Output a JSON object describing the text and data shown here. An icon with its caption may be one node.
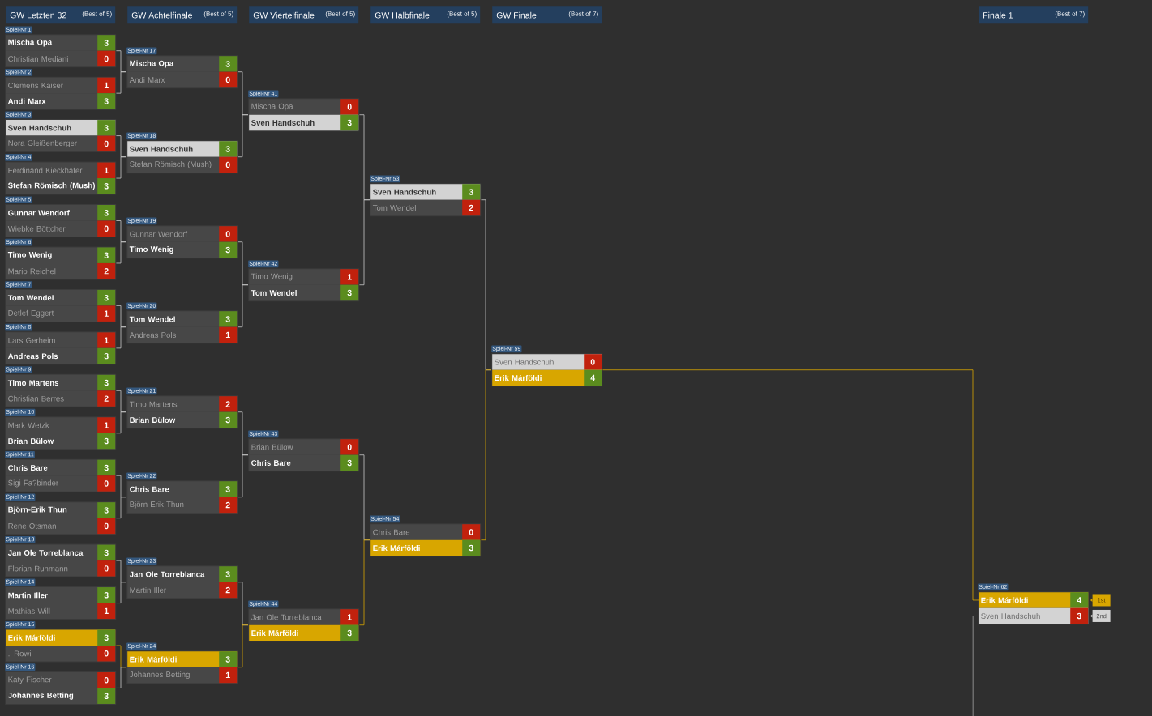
{
  "diagram": {
    "nodes": [
      {
        "text": [
          "GW Letzten 32",
          "(Best of 5)"
        ]
      },
      {
        "text": [
          "GW Achtelfinale",
          "(Best of 5)"
        ]
      },
      {
        "text": [
          "GW Viertelfinale",
          "(Best of 5)"
        ]
      },
      {
        "text": [
          "GW Halbfinale",
          "(Best of 5)"
        ]
      },
      {
        "text": [
          "GW Finale",
          "(Best of 7)"
        ]
      },
      {
        "text": [
          "Finale 1",
          "(Best of 7)"
        ]
      },
      {
        "text": [
          "Spiel-Nr 1"
        ]
      },
      {
        "text": [
          "Mischa Opa",
          "3"
        ],
        "in": 6
      },
      {
        "text": [
          "Christian Mediani",
          "0"
        ],
        "in": 6
      },
      {
        "text": [
          "Spiel-Nr 2"
        ]
      },
      {
        "text": [
          "Clemens Kaiser",
          "1"
        ],
        "in": 9
      },
      {
        "text": [
          "Andi Marx",
          "3"
        ],
        "in": 9
      },
      {
        "text": [
          "Spiel-Nr 3"
        ]
      },
      {
        "text": [
          "Sven Handschuh",
          "3"
        ],
        "in": 12
      },
      {
        "text": [
          "Nora Gleißenberger",
          "0"
        ],
        "in": 12
      },
      {
        "text": [
          "Spiel-Nr 4"
        ]
      },
      {
        "text": [
          "Ferdinand Kieckhäfer",
          "1"
        ],
        "in": 15
      },
      {
        "text": [
          "Stefan Römisch (Mush)",
          "3"
        ],
        "in": 15
      },
      {
        "text": [
          "Spiel-Nr 5"
        ]
      },
      {
        "text": [
          "Gunnar Wendorf",
          "3"
        ],
        "in": 18
      },
      {
        "text": [
          "Wiebke Böttcher",
          "0"
        ],
        "in": 18
      },
      {
        "text": [
          "Spiel-Nr 6"
        ]
      },
      {
        "text": [
          "Timo Wenig",
          "3"
        ],
        "in": 21
      },
      {
        "text": [
          "Mario Reichel",
          "2"
        ],
        "in": 21
      },
      {
        "text": [
          "Spiel-Nr 7"
        ]
      },
      {
        "text": [
          "Tom Wendel",
          "3"
        ],
        "in": 24
      },
      {
        "text": [
          "Detlef Eggert",
          "1"
        ],
        "in": 24
      },
      {
        "text": [
          "Spiel-Nr 8"
        ]
      },
      {
        "text": [
          "Lars Gerheim",
          "1"
        ],
        "in": 27
      },
      {
        "text": [
          "Andreas Pols",
          "3"
        ],
        "in": 27
      },
      {
        "text": [
          "Spiel-Nr 9"
        ]
      },
      {
        "text": [
          "Timo Martens",
          "3"
        ],
        "in": 30
      },
      {
        "text": [
          "Christian Berres",
          "2"
        ],
        "in": 30
      },
      {
        "text": [
          "Spiel-Nr 10"
        ]
      },
      {
        "text": [
          "Mark Wetzk",
          "1"
        ],
        "in": 33
      },
      {
        "text": [
          "Brian Bülow",
          "3"
        ],
        "in": 33
      },
      {
        "text": [
          "Spiel-Nr 11"
        ]
      },
      {
        "text": [
          "Chris Bare",
          "3"
        ],
        "in": 36
      },
      {
        "text": [
          "Sigi Fa?binder",
          "0"
        ],
        "in": 36
      },
      {
        "text": [
          "Spiel-Nr 12"
        ]
      },
      {
        "text": [
          "Björn-Erik Thun",
          "3"
        ],
        "in": 39
      },
      {
        "text": [
          "Rene Otsman",
          "0"
        ],
        "in": 39
      },
      {
        "text": [
          "Spiel-Nr 13"
        ]
      },
      {
        "text": [
          "Jan Ole Torreblanca",
          "3"
        ],
        "in": 42
      },
      {
        "text": [
          "Florian Ruhmann",
          "0"
        ],
        "in": 42
      },
      {
        "text": [
          "Spiel-Nr 14"
        ]
      },
      {
        "text": [
          "Martin Iller",
          "3"
        ],
        "in": 45
      },
      {
        "text": [
          "Mathias Will",
          "1"
        ],
        "in": 45
      },
      {
        "text": [
          "Spiel-Nr 15"
        ]
      },
      {
        "text": [
          "Erik Márföldi",
          "3"
        ],
        "in": 48
      },
      {
        "text": [
          ". Rowi",
          "0"
        ],
        "in": 48
      },
      {
        "text": [
          "Spiel-Nr 16"
        ]
      },
      {
        "text": [
          "Katy Fischer",
          "0"
        ],
        "in": 51
      },
      {
        "text": [
          "Johannes Betting",
          "3"
        ],
        "in": 51
      },
      {
        "text": [
          "Spiel-Nr 17"
        ]
      },
      {
        "text": [
          "Mischa Opa",
          "3"
        ],
        "in": 54
      },
      {
        "text": [
          "Andi Marx",
          "0"
        ],
        "in": 54
      },
      {
        "text": [
          "Spiel-Nr 18"
        ]
      },
      {
        "text": [
          "Sven Handschuh",
          "3"
        ],
        "in": 57
      },
      {
        "text": [
          "Stefan Römisch (Mush)",
          "0"
        ],
        "in": 57
      },
      {
        "text": [
          "Spiel-Nr 19"
        ]
      },
      {
        "text": [
          "Gunnar Wendorf",
          "0"
        ],
        "in": 60
      },
      {
        "text": [
          "Timo Wenig",
          "3"
        ],
        "in": 60
      },
      {
        "text": [
          "Spiel-Nr 20"
        ]
      },
      {
        "text": [
          "Tom Wendel",
          "3"
        ],
        "in": 63
      },
      {
        "text": [
          "Andreas Pols",
          "1"
        ],
        "in": 63
      },
      {
        "text": [
          "Spiel-Nr 21"
        ]
      },
      {
        "text": [
          "Timo Martens",
          "2"
        ],
        "in": 66
      },
      {
        "text": [
          "Brian Bülow",
          "3"
        ],
        "in": 66
      },
      {
        "text": [
          "Spiel-Nr 22"
        ]
      },
      {
        "text": [
          "Chris Bare",
          "3"
        ],
        "in": 69
      },
      {
        "text": [
          "Björn-Erik Thun",
          "2"
        ],
        "in": 69
      },
      {
        "text": [
          "Spiel-Nr 23"
        ]
      },
      {
        "text": [
          "Jan Ole Torreblanca",
          "3"
        ],
        "in": 72
      },
      {
        "text": [
          "Martin Iller",
          "2"
        ],
        "in": 72
      },
      {
        "text": [
          "Spiel-Nr 24"
        ]
      },
      {
        "text": [
          "Erik Márföldi",
          "3"
        ],
        "in": 75
      },
      {
        "text": [
          "Johannes Betting",
          "1"
        ],
        "in": 75
      },
      {
        "text": [
          "Spiel-Nr 41"
        ]
      },
      {
        "text": [
          "Mischa Opa",
          "0"
        ],
        "in": 78
      },
      {
        "text": [
          "Sven Handschuh",
          "3"
        ],
        "in": 78
      },
      {
        "text": [
          "Spiel-Nr 42"
        ]
      },
      {
        "text": [
          "Timo Wenig",
          "1"
        ],
        "in": 81
      },
      {
        "text": [
          "Tom Wendel",
          "3"
        ],
        "in": 81
      },
      {
        "text": [
          "Spiel-Nr 43"
        ]
      },
      {
        "text": [
          "Brian Bülow",
          "0"
        ],
        "in": 84
      },
      {
        "text": [
          "Chris Bare",
          "3"
        ],
        "in": 84
      },
      {
        "text": [
          "Spiel-Nr 44"
        ]
      },
      {
        "text": [
          "Jan Ole Torreblanca",
          "1"
        ],
        "in": 87
      },
      {
        "text": [
          "Erik Márföldi",
          "3"
        ],
        "in": 87
      },
      {
        "text": [
          "Spiel-Nr 53"
        ]
      },
      {
        "text": [
          "Sven Handschuh",
          "3"
        ],
        "in": 90
      },
      {
        "text": [
          "Tom Wendel",
          "2"
        ],
        "in": 90
      },
      {
        "text": [
          "Spiel-Nr 54"
        ]
      },
      {
        "text": [
          "Chris Bare",
          "0"
        ],
        "in": 93
      },
      {
        "text": [
          "Erik Márföldi",
          "3"
        ],
        "in": 93
      },
      {
        "text": [
          "Spiel-Nr 59"
        ]
      },
      {
        "text": [
          "Sven Handschuh",
          "0"
        ],
        "in": 96
      },
      {
        "text": [
          "Erik Márföldi",
          "4"
        ],
        "in": 96
      },
      {
        "text": [
          "Spiel-Nr 62"
        ]
      },
      {
        "text": [
          "Erik Márföldi",
          "4"
        ],
        "in": 99
      },
      {
        "text": [
          "Sven Handschuh",
          "3"
        ],
        "in": 99
      },
      {
        "text": [
          "1st"
        ]
      },
      {
        "text": [
          "2nd"
        ]
      }
    ],
    "edges": [
      {
        "from": 6,
        "to": 54,
        "arrow": "none"
      },
      {
        "from": 9,
        "to": 54,
        "arrow": "none"
      },
      {
        "from": 12,
        "to": 57,
        "arrow": "none"
      },
      {
        "from": 15,
        "to": 57,
        "arrow": "none"
      },
      {
        "from": 18,
        "to": 60,
        "arrow": "none"
      },
      {
        "from": 21,
        "to": 60,
        "arrow": "none"
      },
      {
        "from": 24,
        "to": 63,
        "arrow": "none"
      },
      {
        "from": 27,
        "to": 63,
        "arrow": "none"
      },
      {
        "from": 30,
        "to": 66,
        "arrow": "none"
      },
      {
        "from": 33,
        "to": 66,
        "arrow": "none"
      },
      {
        "from": 36,
        "to": 69,
        "arrow": "none"
      },
      {
        "from": 39,
        "to": 69,
        "arrow": "none"
      },
      {
        "from": 42,
        "to": 72,
        "arrow": "none"
      },
      {
        "from": 45,
        "to": 72,
        "arrow": "none"
      },
      {
        "from": 48,
        "to": 75,
        "arrow": "none",
        "color": "#d9a600"
      },
      {
        "from": 51,
        "to": 75,
        "arrow": "none"
      },
      {
        "from": 54,
        "to": 78,
        "arrow": "none"
      },
      {
        "from": 57,
        "to": 78,
        "arrow": "none"
      },
      {
        "from": 60,
        "to": 81,
        "arrow": "none"
      },
      {
        "from": 63,
        "to": 81,
        "arrow": "none"
      },
      {
        "from": 66,
        "to": 84,
        "arrow": "none"
      },
      {
        "from": 69,
        "to": 84,
        "arrow": "none"
      },
      {
        "from": 72,
        "to": 87,
        "arrow": "none"
      },
      {
        "from": 75,
        "to": 87,
        "arrow": "none",
        "color": "#d9a600"
      },
      {
        "from": 78,
        "to": 90,
        "arrow": "none"
      },
      {
        "from": 81,
        "to": 90,
        "arrow": "none"
      },
      {
        "from": 84,
        "to": 93,
        "arrow": "none"
      },
      {
        "from": 87,
        "to": 93,
        "arrow": "none",
        "color": "#d9a600"
      },
      {
        "from": 90,
        "to": 96,
        "arrow": "none"
      },
      {
        "from": 93,
        "to": 96,
        "arrow": "none",
        "color": "#d9a600"
      },
      {
        "from": 96,
        "to": 100,
        "arrow": "none",
        "color": "#d9a600"
      },
      {
        "from": null,
        "to": 101,
        "arrow": "none"
      }
    ]
  }
}
